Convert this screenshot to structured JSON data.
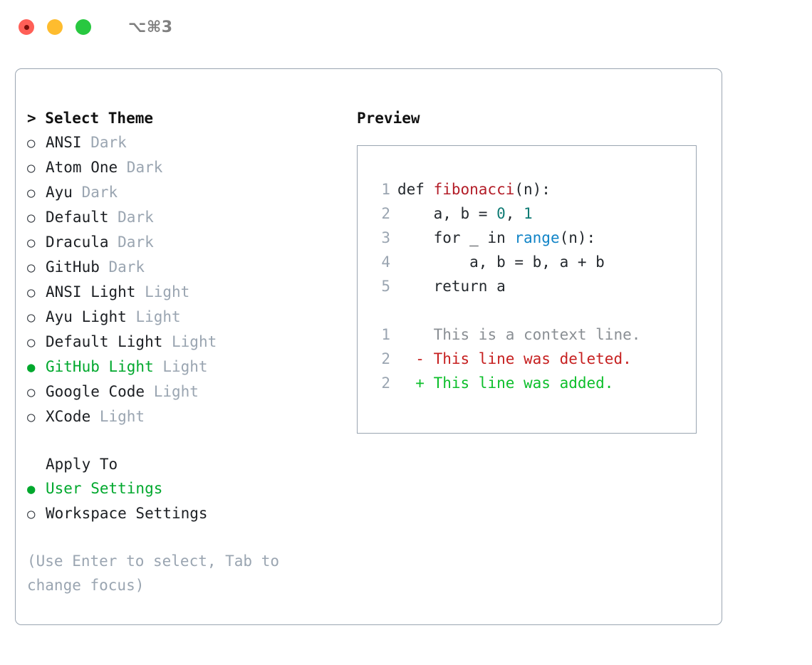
{
  "titlebar": {
    "shortcut": "⌥⌘3",
    "lights": [
      "close",
      "minimize",
      "maximize"
    ]
  },
  "theme_picker": {
    "header": "> Select Theme",
    "bullet_selected": "●",
    "bullet_unselected": "○",
    "options": [
      {
        "label": "ANSI",
        "suffix": "Dark",
        "selected": false
      },
      {
        "label": "Atom One",
        "suffix": "Dark",
        "selected": false
      },
      {
        "label": "Ayu",
        "suffix": "Dark",
        "selected": false
      },
      {
        "label": "Default",
        "suffix": "Dark",
        "selected": false
      },
      {
        "label": "Dracula",
        "suffix": "Dark",
        "selected": false
      },
      {
        "label": "GitHub",
        "suffix": "Dark",
        "selected": false
      },
      {
        "label": "ANSI Light",
        "suffix": "Light",
        "selected": false
      },
      {
        "label": "Ayu Light",
        "suffix": "Light",
        "selected": false
      },
      {
        "label": "Default Light",
        "suffix": "Light",
        "selected": false
      },
      {
        "label": "GitHub Light",
        "suffix": "Light",
        "selected": true
      },
      {
        "label": "Google Code",
        "suffix": "Light",
        "selected": false
      },
      {
        "label": "XCode",
        "suffix": "Light",
        "selected": false
      }
    ]
  },
  "apply_to": {
    "header": "Apply To",
    "options": [
      {
        "label": "User Settings",
        "selected": true
      },
      {
        "label": "Workspace Settings",
        "selected": false
      }
    ]
  },
  "hint": "(Use Enter to select, Tab to change focus)",
  "preview": {
    "title": "Preview",
    "code_lines": [
      {
        "no": "1",
        "tokens": [
          {
            "t": "def ",
            "c": "code-text"
          },
          {
            "t": "fibonacci",
            "c": "tok-fn"
          },
          {
            "t": "(n):",
            "c": "code-text"
          }
        ]
      },
      {
        "no": "2",
        "tokens": [
          {
            "t": "    a, b = ",
            "c": "code-text"
          },
          {
            "t": "0",
            "c": "tok-num"
          },
          {
            "t": ", ",
            "c": "code-text"
          },
          {
            "t": "1",
            "c": "tok-num"
          }
        ]
      },
      {
        "no": "3",
        "tokens": [
          {
            "t": "    for _ in ",
            "c": "code-text"
          },
          {
            "t": "range",
            "c": "tok-call"
          },
          {
            "t": "(n):",
            "c": "code-text"
          }
        ]
      },
      {
        "no": "4",
        "tokens": [
          {
            "t": "        a, b = b, a + b",
            "c": "code-text"
          }
        ]
      },
      {
        "no": "5",
        "tokens": [
          {
            "t": "    return a",
            "c": "code-text"
          }
        ]
      }
    ],
    "diff_lines": [
      {
        "no": "1",
        "marker": " ",
        "text": " This is a context line.",
        "kind": "diff-context"
      },
      {
        "no": "2",
        "marker": "-",
        "text": " This line was deleted.",
        "kind": "diff-del"
      },
      {
        "no": "2",
        "marker": "+",
        "text": " This line was added.",
        "kind": "diff-add"
      }
    ]
  },
  "colors": {
    "accent_green": "#00a82d",
    "muted": "#9aa5b1",
    "diff_deleted": "#c62020",
    "diff_added": "#0dbf2b",
    "fn_red": "#b31d28",
    "call_blue": "#1184c7",
    "number_teal": "#0f7b74"
  }
}
